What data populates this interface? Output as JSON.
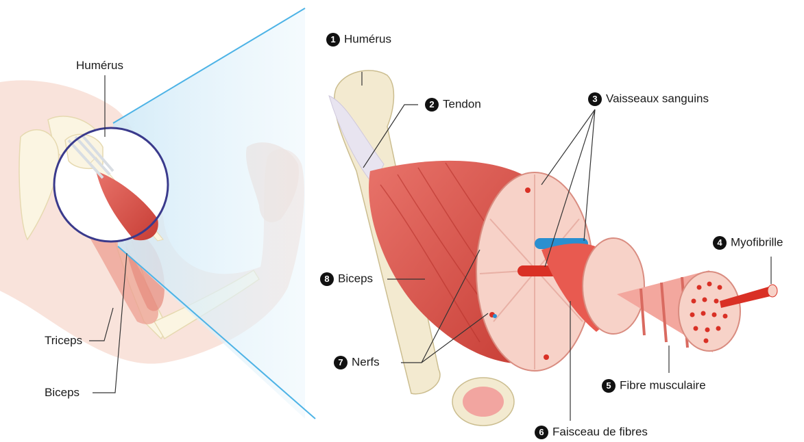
{
  "left_view": {
    "humerus": "Humérus",
    "triceps": "Triceps",
    "biceps": "Biceps"
  },
  "callouts": [
    {
      "num": "1",
      "text": "Humérus"
    },
    {
      "num": "2",
      "text": "Tendon"
    },
    {
      "num": "3",
      "text": "Vaisseaux sanguins"
    },
    {
      "num": "4",
      "text": "Myofibrille"
    },
    {
      "num": "5",
      "text": "Fibre musculaire"
    },
    {
      "num": "6",
      "text": "Faisceau de fibres"
    },
    {
      "num": "7",
      "text": "Nerfs"
    },
    {
      "num": "8",
      "text": "Biceps"
    }
  ],
  "colors": {
    "muscle": "#d9534a",
    "muscle_dark": "#b8322c",
    "bone": "#f3ead0",
    "skin": "#f7d9cf",
    "vein": "#2a8fd0",
    "artery": "#d93025",
    "zoom_ring": "#3a3a8c",
    "zoom_lines": "#4db3e6"
  }
}
